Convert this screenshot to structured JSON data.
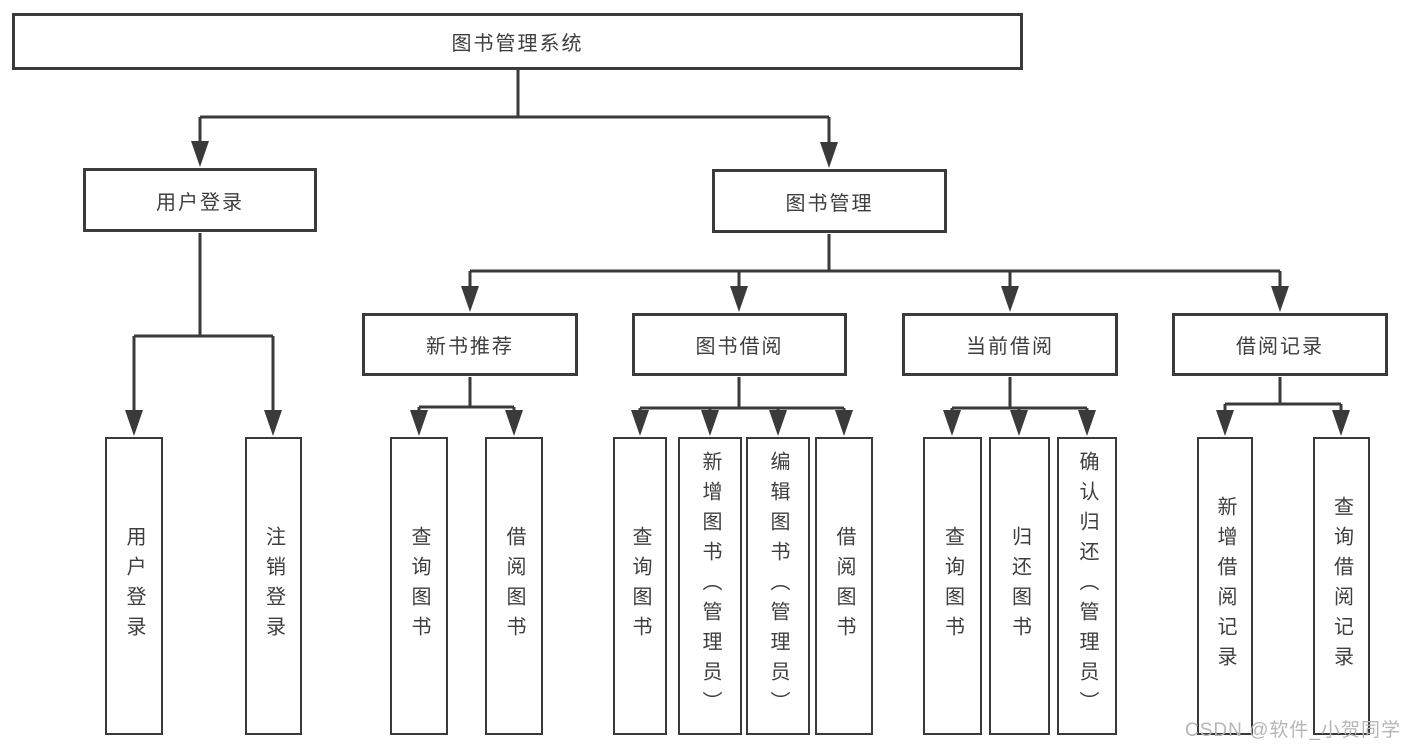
{
  "tree": {
    "root": "图书管理系统",
    "branches": [
      {
        "label": "用户登录",
        "children": [
          "用户登录",
          "注销登录"
        ]
      },
      {
        "label": "图书管理",
        "sections": [
          {
            "label": "新书推荐",
            "children": [
              "查询图书",
              "借阅图书"
            ]
          },
          {
            "label": "图书借阅",
            "children": [
              "查询图书",
              "新增图书（管理员）",
              "编辑图书（管理员）",
              "借阅图书"
            ]
          },
          {
            "label": "当前借阅",
            "children": [
              "查询图书",
              "归还图书",
              "确认归还（管理员）"
            ]
          },
          {
            "label": "借阅记录",
            "children": [
              "新增借阅记录",
              "查询借阅记录"
            ]
          }
        ]
      }
    ]
  },
  "watermark": "CSDN @软件_小贺同学",
  "colors": {
    "line": "#3a3a3a",
    "text": "#3e3e3e",
    "watermark_gray": "#b6b6b6",
    "background": "#ffffff"
  }
}
